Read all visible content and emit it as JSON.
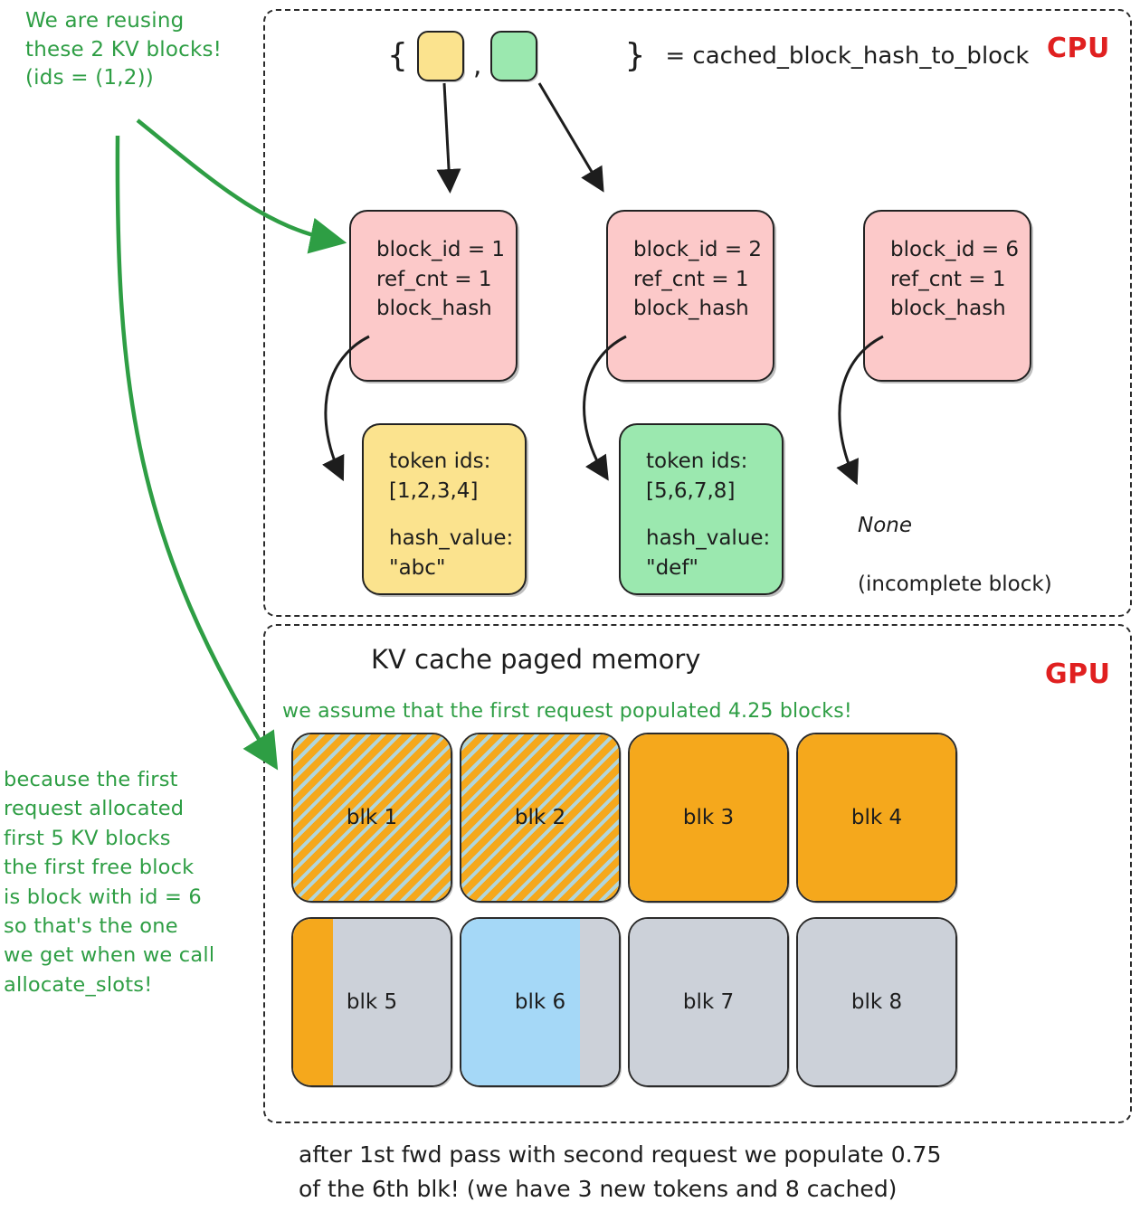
{
  "annotations": {
    "top_left": "We are reusing\nthese 2 KV blocks!\n(ids = (1,2))",
    "bottom_left": "because the first\nrequest allocated\nfirst 5 KV blocks\nthe first free block\nis block with id = 6\nso that's the one\nwe get when we call\nallocate_slots!",
    "gpu_assume": "we assume that the first request populated 4.25 blocks!",
    "caption": "after 1st fwd pass with second request we populate 0.75\nof the 6th blk! (we have 3 new tokens and 8 cached)"
  },
  "panels": {
    "cpu": {
      "label": "CPU",
      "label_color": "#e02020"
    },
    "gpu": {
      "label": "GPU",
      "label_color": "#e02020",
      "title": "KV cache paged memory"
    }
  },
  "dict_legend": {
    "open_brace": "{",
    "comma": ",",
    "close_brace": "}",
    "equals_text": "= cached_block_hash_to_block",
    "swatches": [
      {
        "name": "yellow-block-swatch",
        "color": "#fbe38e"
      },
      {
        "name": "green-block-swatch",
        "color": "#9be8af"
      }
    ]
  },
  "block_cards": [
    {
      "block_id": "block_id = 1",
      "ref_cnt": "ref_cnt = 1",
      "block_hash": "block_hash"
    },
    {
      "block_id": "block_id = 2",
      "ref_cnt": "ref_cnt = 1",
      "block_hash": "block_hash"
    },
    {
      "block_id": "block_id = 6",
      "ref_cnt": "ref_cnt = 1",
      "block_hash": "block_hash"
    }
  ],
  "token_cards": [
    {
      "token_label": "token ids:",
      "token_ids": "[1,2,3,4]",
      "hash_label": "hash_value:",
      "hash_value": "\"abc\"",
      "color": "#fbe38e"
    },
    {
      "token_label": "token ids:",
      "token_ids": "[5,6,7,8]",
      "hash_label": "hash_value:",
      "hash_value": "\"def\"",
      "color": "#9be8af"
    }
  ],
  "none_note": {
    "value": "None",
    "detail": "(incomplete block)"
  },
  "kv_blocks": [
    {
      "label": "blk 1",
      "base": "orange",
      "fill_pct": 100,
      "hatched": true
    },
    {
      "label": "blk 2",
      "base": "orange",
      "fill_pct": 100,
      "hatched": true
    },
    {
      "label": "blk 3",
      "base": "orange",
      "fill_pct": 100,
      "hatched": false
    },
    {
      "label": "blk 4",
      "base": "orange",
      "fill_pct": 100,
      "hatched": false
    },
    {
      "label": "blk 5",
      "base": "gray",
      "fill": "orange",
      "fill_pct": 25,
      "hatched": false
    },
    {
      "label": "blk 6",
      "base": "gray",
      "fill": "blue",
      "fill_pct": 75,
      "hatched": false
    },
    {
      "label": "blk 7",
      "base": "gray",
      "fill_pct": 0,
      "hatched": false
    },
    {
      "label": "blk 8",
      "base": "gray",
      "fill_pct": 0,
      "hatched": false
    }
  ],
  "colors": {
    "orange": "#f5a81c",
    "gray": "#ccd1d9",
    "blue": "#a5d8f7",
    "pink": "#fcc9c9",
    "yellow": "#fbe38e",
    "green": "#9be8af",
    "annotation_green": "#2e9e44",
    "accent_red": "#e02020",
    "hatch": "#add8e6"
  }
}
